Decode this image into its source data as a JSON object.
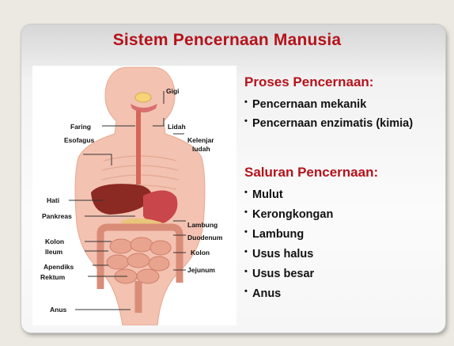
{
  "slide": {
    "title": "Sistem Pencernaan Manusia"
  },
  "figure": {
    "labels": {
      "gigi": "Gigi",
      "faring": "Faring",
      "lidah": "Lidah",
      "esofagus": "Esofagus",
      "kelenjar": "Kelenjar",
      "ludah": "ludah",
      "hati": "Hati",
      "pankreas": "Pankreas",
      "lambung": "Lambung",
      "duodenum": "Duodenum",
      "kolon_left": "Kolon",
      "kolon_right": "Kolon",
      "ileum": "Ileum",
      "apendiks": "Apendiks",
      "jejunum": "Jejunum",
      "rektum": "Rektum",
      "anus": "Anus"
    }
  },
  "proses": {
    "heading": "Proses Pencernaan:",
    "items": [
      "Pencernaan mekanik",
      "Pencernaan enzimatis (kimia)"
    ]
  },
  "saluran": {
    "heading": "Saluran Pencernaan:",
    "items": [
      "Mulut",
      "Kerongkongan",
      "Lambung",
      "Usus halus",
      "Usus besar",
      "Anus"
    ]
  },
  "colors": {
    "accent": "#b5121b",
    "skin": "#f0b9a6",
    "liver": "#8b2a22",
    "stomach": "#c9464a",
    "intestine": "#e6a08a"
  }
}
